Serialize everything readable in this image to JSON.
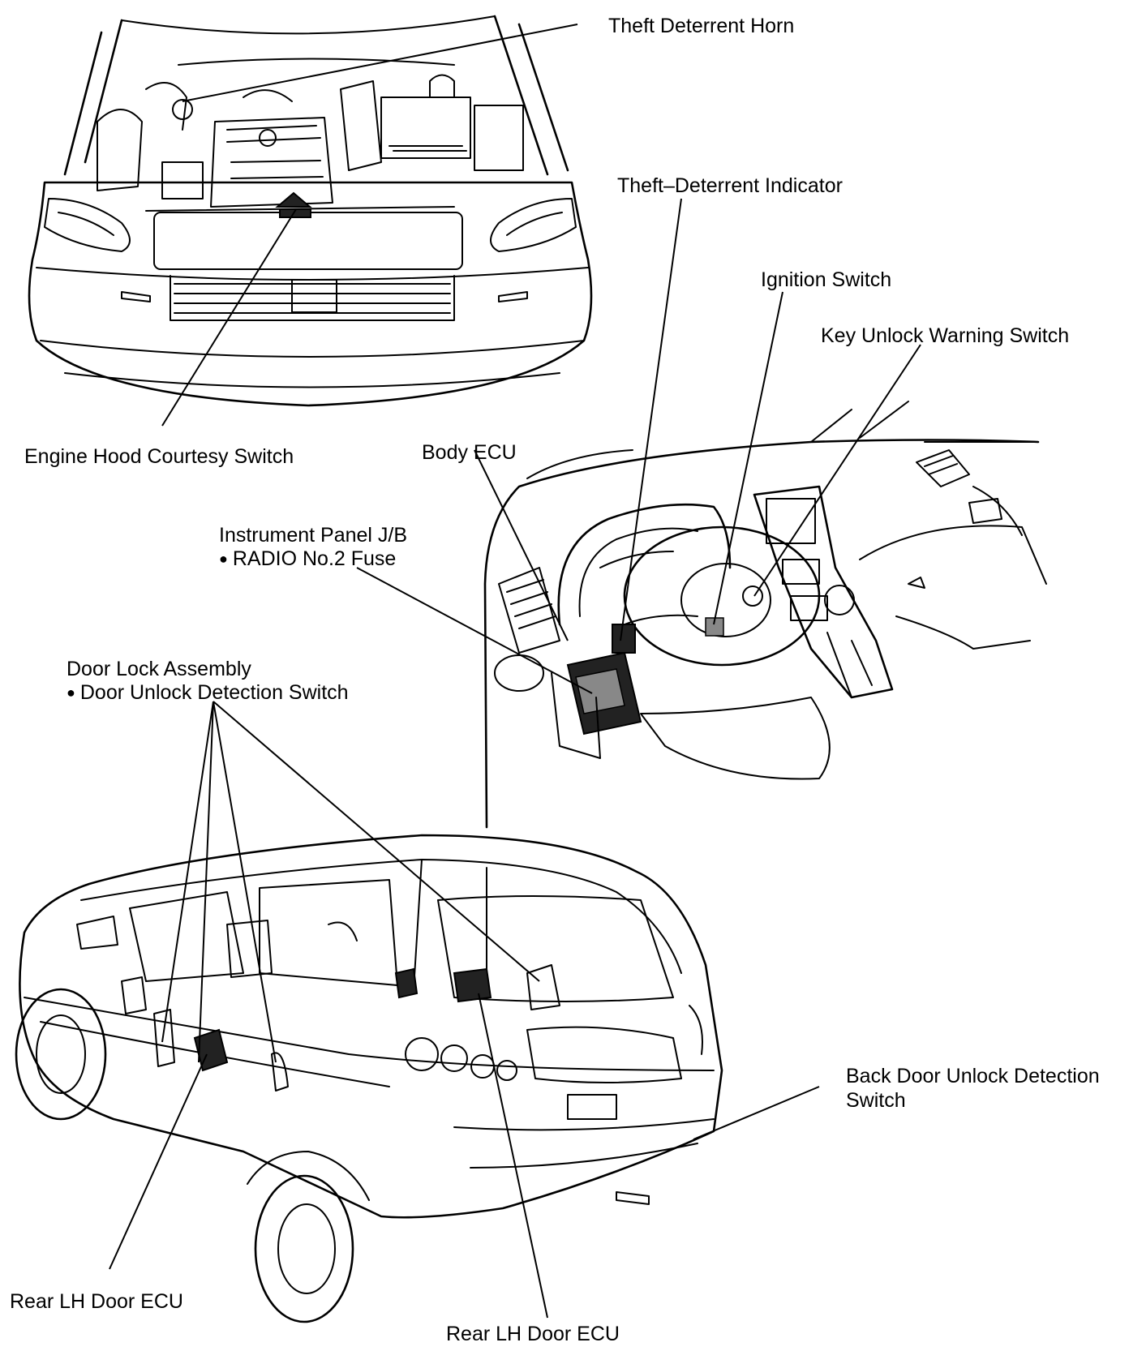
{
  "labels": {
    "theft_deterrent_horn": "Theft Deterrent Horn",
    "theft_deterrent_indicator": "Theft–Deterrent Indicator",
    "ignition_switch": "Ignition Switch",
    "key_unlock_warning_switch": "Key Unlock Warning Switch",
    "engine_hood_courtesy_switch": "Engine Hood Courtesy Switch",
    "body_ecu": "Body ECU",
    "instrument_panel_jb": "Instrument Panel J/B",
    "radio_no2_fuse": "RADIO No.2 Fuse",
    "door_lock_assembly": "Door Lock Assembly",
    "door_unlock_detection_switch": "Door Unlock Detection Switch",
    "back_door_unlock_detection_line1": "Back Door Unlock Detection",
    "back_door_unlock_detection_line2": "Switch",
    "rear_lh_door_ecu_left": "Rear LH Door ECU",
    "rear_lh_door_ecu_bottom": "Rear LH Door ECU"
  }
}
